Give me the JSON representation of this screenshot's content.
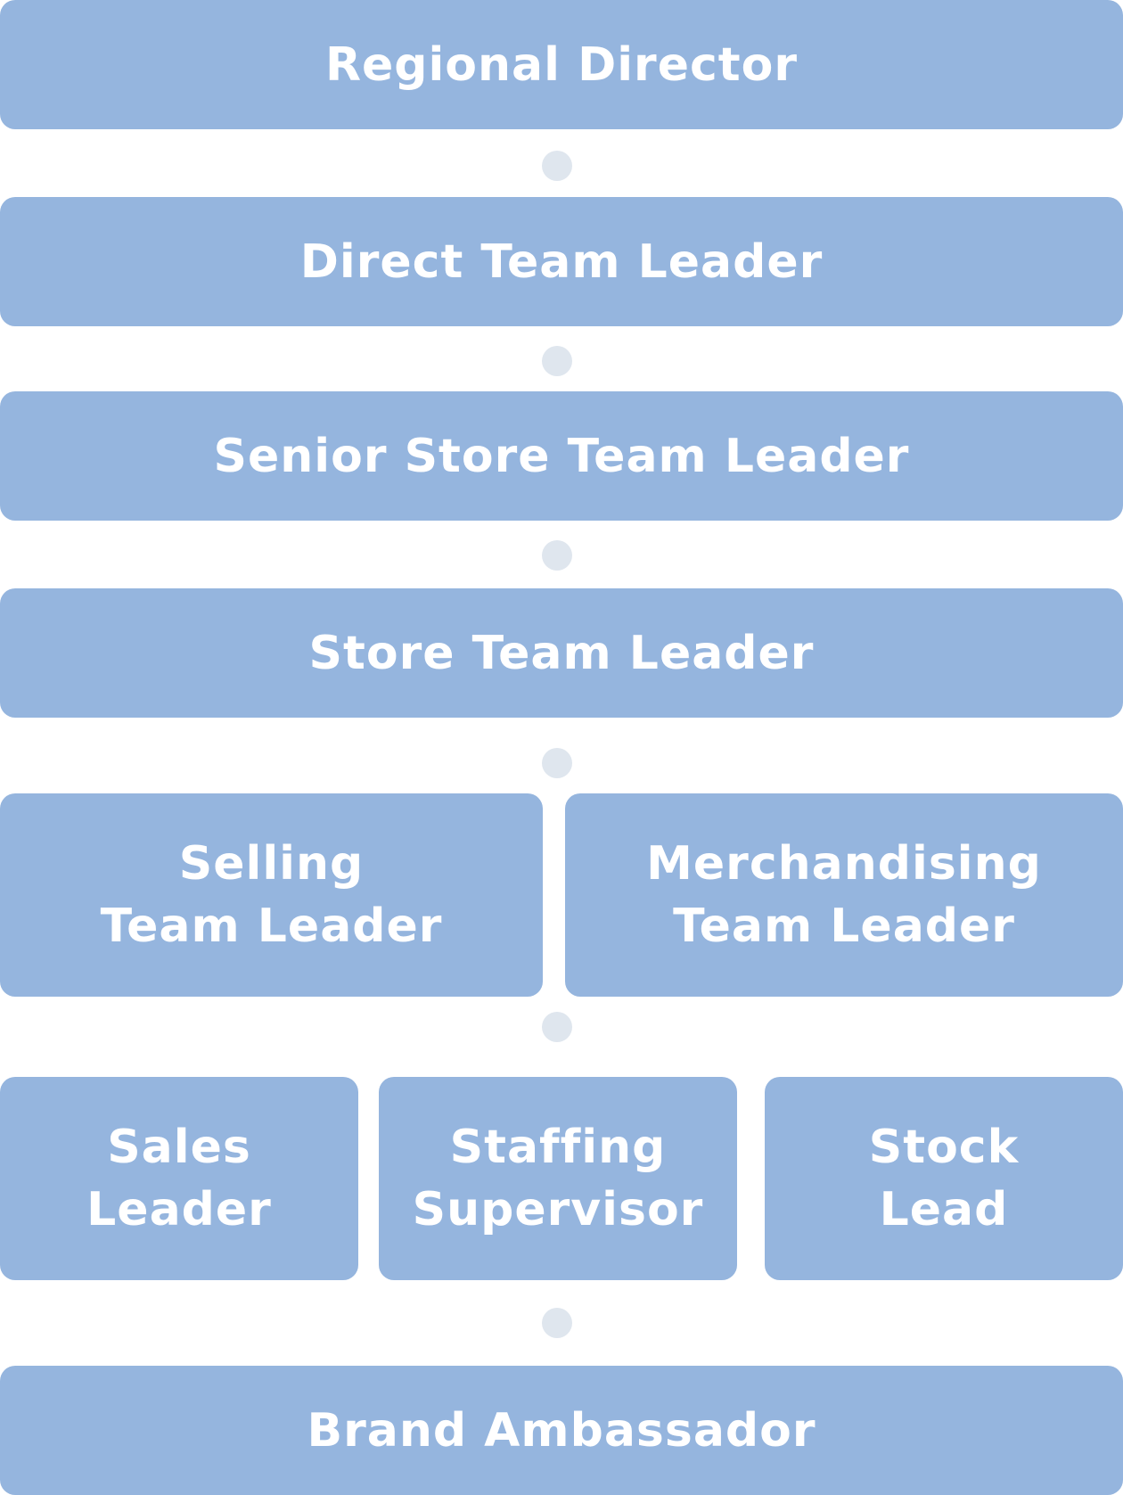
{
  "chart": {
    "roles": {
      "regional_director": "Regional Director",
      "direct_team_leader": "Direct Team Leader",
      "senior_store_team_leader": "Senior Store Team Leader",
      "store_team_leader": "Store Team Leader",
      "selling_team_leader": {
        "line1": "Selling",
        "line2": "Team Leader"
      },
      "merchandising_team_leader": {
        "line1": "Merchandising",
        "line2": "Team Leader"
      },
      "sales_leader": {
        "line1": "Sales",
        "line2": "Leader"
      },
      "staffing_supervisor": {
        "line1": "Staffing",
        "line2": "Supervisor"
      },
      "stock_lead": {
        "line1": "Stock",
        "line2": "Lead"
      },
      "brand_ambassador": "Brand Ambassador"
    }
  },
  "colors": {
    "box": "#95b5de",
    "text": "#ffffff",
    "connector_dot": "#dfe6ee"
  }
}
